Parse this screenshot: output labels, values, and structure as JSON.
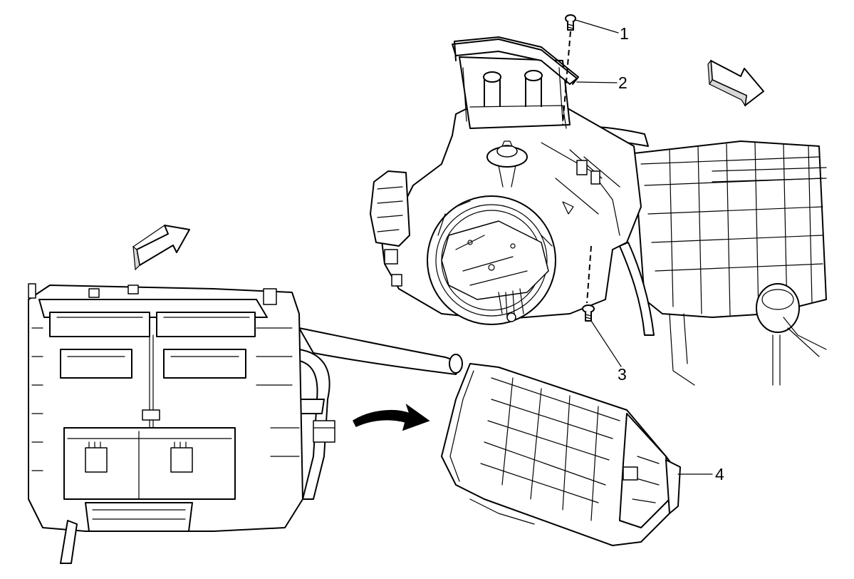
{
  "callouts": [
    {
      "label": "1"
    },
    {
      "label": "2"
    },
    {
      "label": "3"
    },
    {
      "label": "4"
    }
  ],
  "icons": {
    "direction_arrow": "forward-direction-arrow-icon",
    "motion_arrow": "removal-direction-arrow-icon"
  }
}
